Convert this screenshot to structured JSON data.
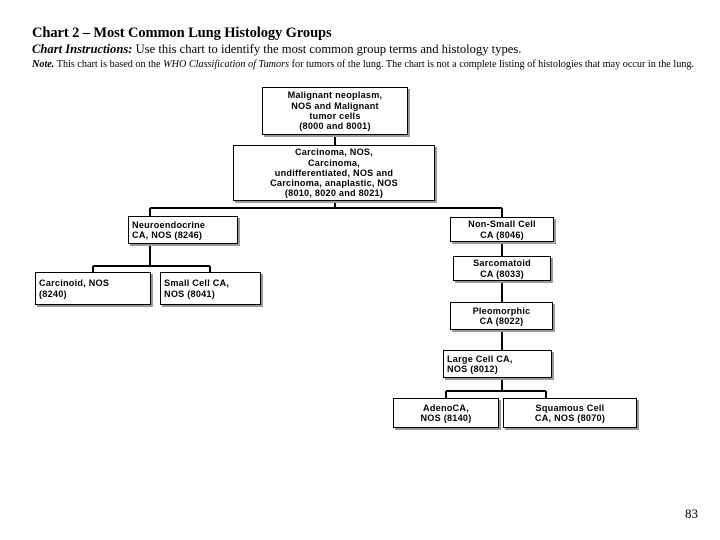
{
  "document": {
    "title": "Chart 2 – Most Common Lung Histology Groups",
    "instructions_label": "Chart Instructions:",
    "instructions_text": " Use this chart to identify the most common group terms and histology types.",
    "note_label": "Note.",
    "note_text_before": " This chart is based on the ",
    "note_italic": "WHO Classification of Tumors",
    "note_text_after": " for tumors of the lung. The chart is not a complete listing of histologies that may occur in the lung.",
    "page_number": "83"
  },
  "chart_data": {
    "type": "diagram",
    "title": "Chart 2 – Most Common Lung Histology Groups",
    "nodes": [
      {
        "id": "malignant",
        "lines": [
          "Malignant neoplasm,",
          "NOS and Malignant",
          "tumor cells",
          "(8000 and 8001)"
        ],
        "align": "center"
      },
      {
        "id": "carcinoma",
        "lines": [
          "Carcinoma, NOS,",
          "Carcinoma,",
          "undifferentiated, NOS and",
          "Carcinoma, anaplastic, NOS",
          "(8010, 8020 and 8021)"
        ],
        "align": "center"
      },
      {
        "id": "neuroendocrine",
        "lines": [
          "Neuroendocrine",
          "CA, NOS (8246)"
        ],
        "align": "left"
      },
      {
        "id": "carcinoid",
        "lines": [
          "Carcinoid, NOS",
          "(8240)"
        ],
        "align": "left"
      },
      {
        "id": "smallcell",
        "lines": [
          "Small Cell CA,",
          "NOS (8041)"
        ],
        "align": "left"
      },
      {
        "id": "nonsmallcell",
        "lines": [
          "Non-Small Cell",
          "CA (8046)"
        ],
        "align": "center"
      },
      {
        "id": "sarcomatoid",
        "lines": [
          "Sarcomatoid",
          "CA (8033)"
        ],
        "align": "center"
      },
      {
        "id": "pleomorphic",
        "lines": [
          "Pleomorphic",
          "CA (8022)"
        ],
        "align": "center"
      },
      {
        "id": "largecell",
        "lines": [
          "Large Cell CA,",
          "NOS (8012)"
        ],
        "align": "left"
      },
      {
        "id": "adenoca",
        "lines": [
          "AdenoCA,",
          "NOS  (8140)"
        ],
        "align": "center"
      },
      {
        "id": "squamous",
        "lines": [
          "Squamous Cell",
          "CA, NOS (8070)"
        ],
        "align": "center"
      }
    ],
    "edges": [
      {
        "from": "malignant",
        "to": "carcinoma"
      },
      {
        "from": "carcinoma",
        "to": "neuroendocrine"
      },
      {
        "from": "carcinoma",
        "to": "nonsmallcell"
      },
      {
        "from": "neuroendocrine",
        "to": "carcinoid"
      },
      {
        "from": "neuroendocrine",
        "to": "smallcell"
      },
      {
        "from": "nonsmallcell",
        "to": "sarcomatoid"
      },
      {
        "from": "sarcomatoid",
        "to": "pleomorphic"
      },
      {
        "from": "pleomorphic",
        "to": "largecell"
      },
      {
        "from": "largecell",
        "to": "adenoca"
      },
      {
        "from": "largecell",
        "to": "squamous"
      }
    ],
    "colors": {
      "node_border": "#000000",
      "node_fill": "#ffffff",
      "node_shadow": "#9a9a9a",
      "connector": "#000000",
      "text": "#000000"
    }
  }
}
